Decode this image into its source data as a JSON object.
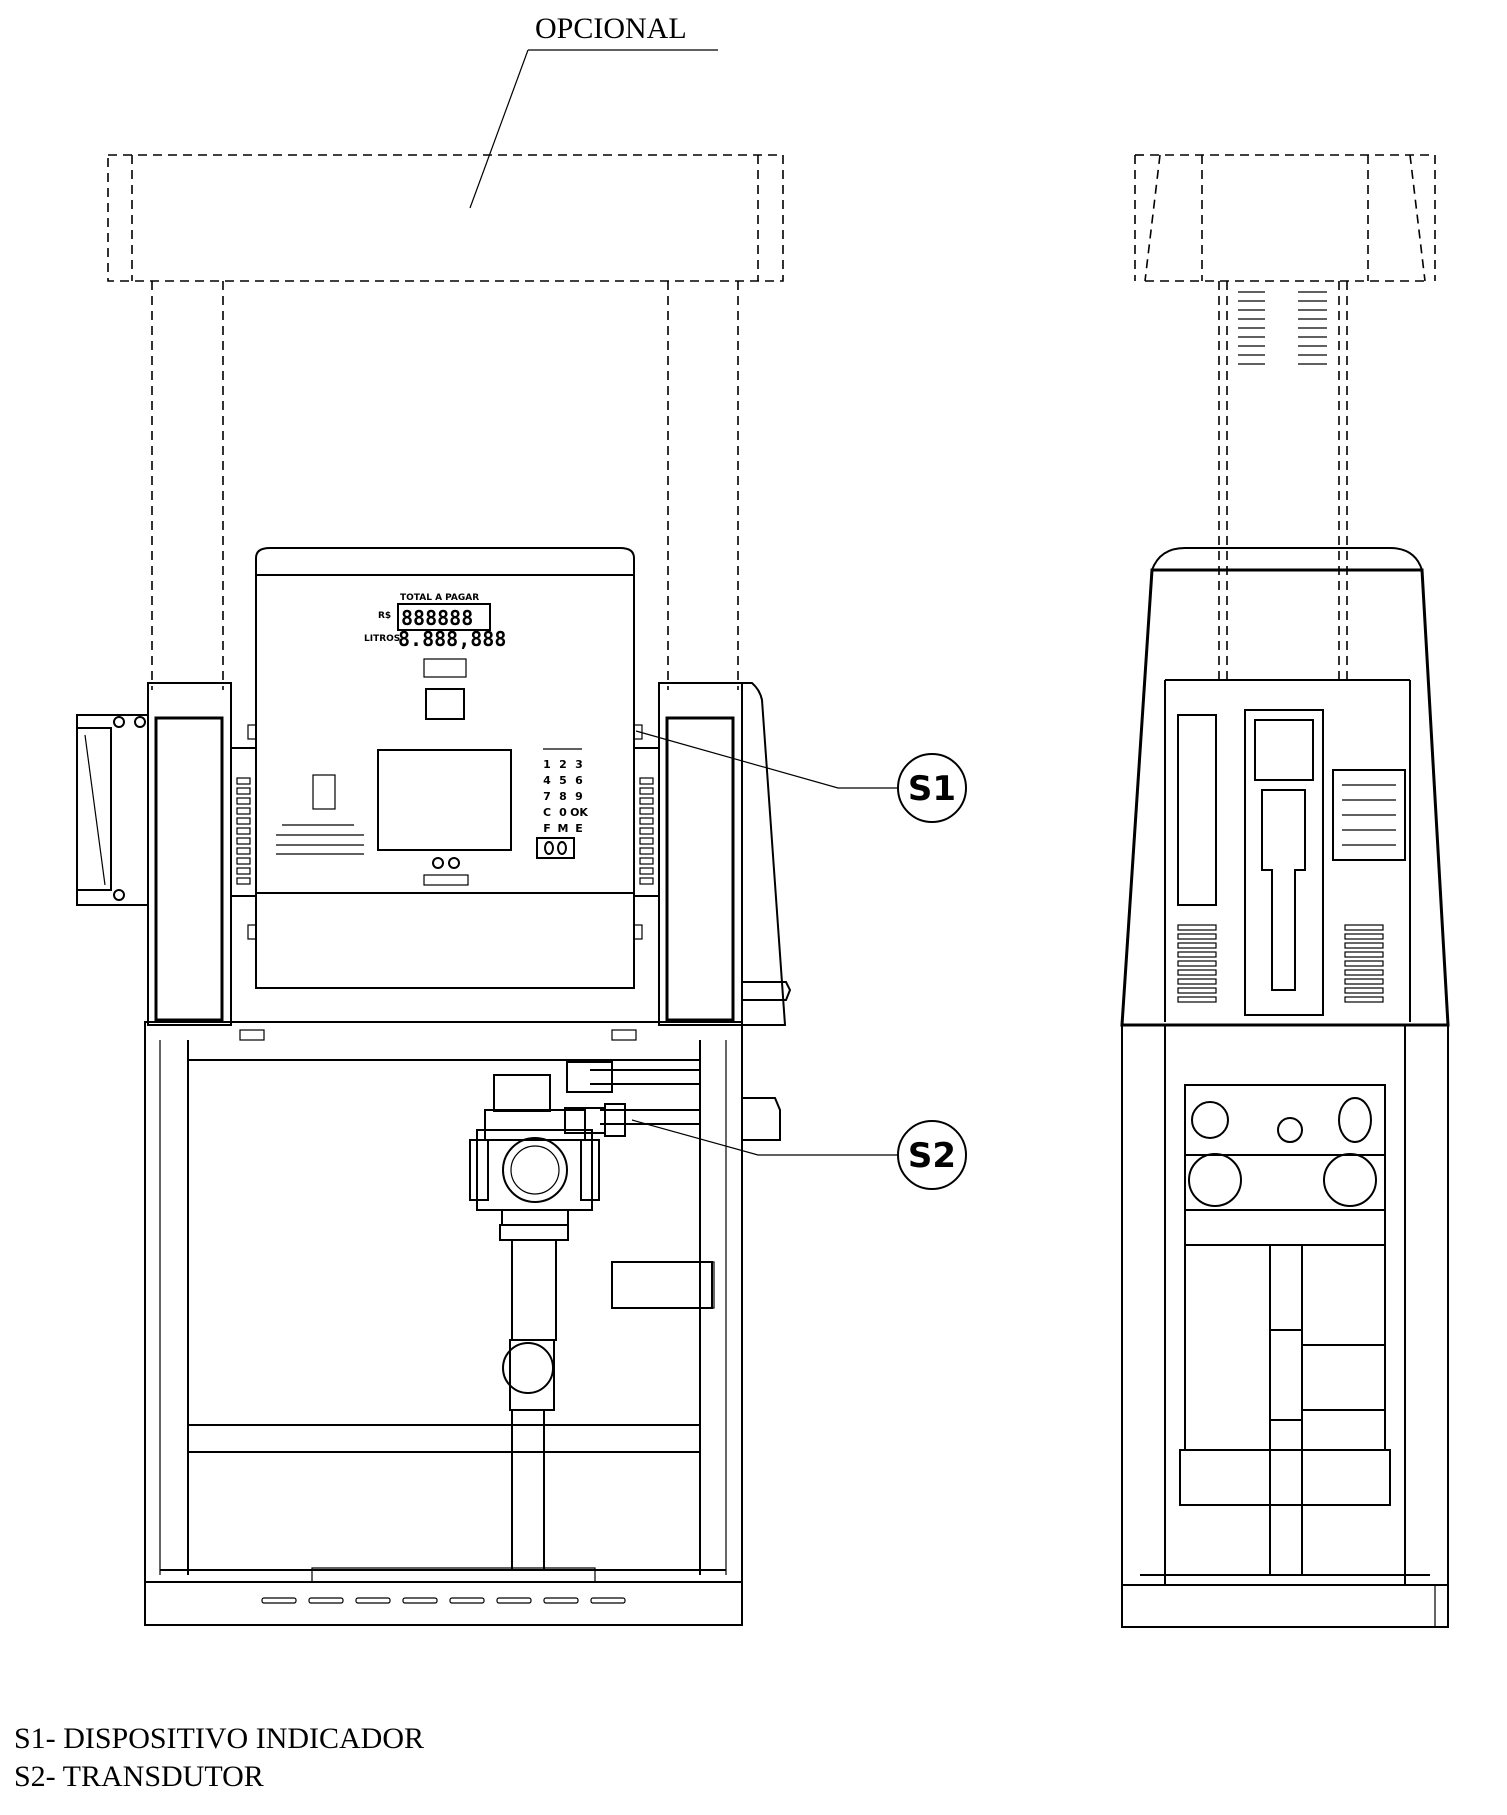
{
  "labels": {
    "optional": "OPCIONAL",
    "s1": "S1",
    "s2": "S2"
  },
  "display": {
    "title": "TOTAL A PAGAR",
    "price_unit": "R$",
    "volume_unit": "LITROS",
    "price_digits": "888888",
    "volume_digits": "8.888,888"
  },
  "keypad": [
    "1",
    "2",
    "3",
    "4",
    "5",
    "6",
    "7",
    "8",
    "9",
    "C",
    "0",
    "OK",
    "F",
    "M",
    "E"
  ],
  "legend": [
    {
      "code": "S1-",
      "text": "DISPOSITIVO INDICADOR"
    },
    {
      "code": "S2-",
      "text": "TRANSDUTOR"
    }
  ]
}
